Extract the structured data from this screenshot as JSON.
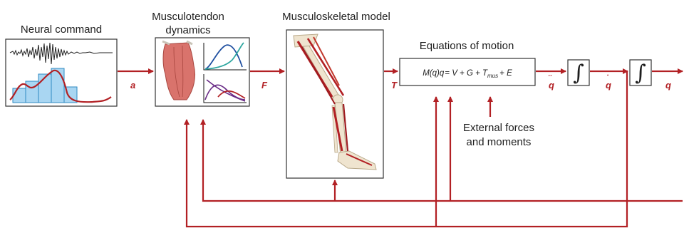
{
  "colors": {
    "signal": "#b22024",
    "box_stroke": "#333333",
    "text": "#1e1e1e",
    "histogram_fill": "#a9d6f2",
    "histogram_stroke": "#2f8ac2",
    "curve_blue": "#1f4fa0",
    "curve_teal": "#2fa7a0",
    "curve_purple": "#6a2c87",
    "muscle": "#d9736c",
    "bone": "#efe4cf"
  },
  "labels": {
    "neural_command": "Neural command",
    "musculotendon_line1": "Musculotendon",
    "musculotendon_line2": "dynamics",
    "musculoskeletal": "Musculoskeletal model",
    "equations_of_motion": "Equations of motion",
    "external_line1": "External forces",
    "external_line2": "and moments"
  },
  "equation": {
    "lhs": "M(q)",
    "q": "q",
    "rhs": "= V + G + T",
    "mus": "mus",
    "tail": "+ E"
  },
  "integral_symbol": "∫",
  "signals": {
    "a": "a",
    "F": "F",
    "T": "T",
    "qddot": "q",
    "qdot": "q",
    "q": "q",
    "double_dot": "¨",
    "single_dot": "˙"
  }
}
